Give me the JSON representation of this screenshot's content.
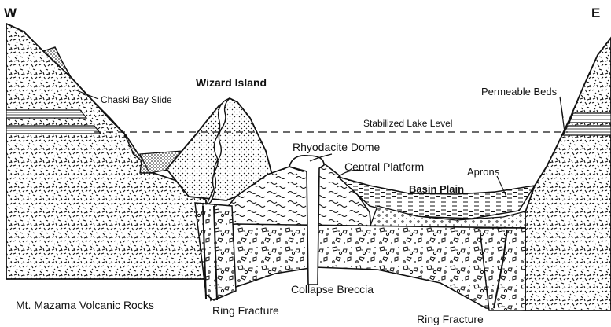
{
  "diagram": {
    "directions": {
      "west": "W",
      "east": "E"
    },
    "labels": {
      "chaski_bay_slide": "Chaski Bay Slide",
      "wizard_island": "Wizard Island",
      "permeable_beds": "Permeable Beds",
      "stabilized_lake_level": "Stabilized Lake Level",
      "rhyodacite_dome": "Rhyodacite Dome",
      "central_platform": "Central Platform",
      "aprons": "Aprons",
      "basin_plain": "Basin Plain",
      "collapse_breccia": "Collapse Breccia",
      "mt_mazama_volcanic_rocks": "Mt. Mazama Volcanic Rocks",
      "ring_fracture_west": "Ring Fracture",
      "ring_fracture_east": "Ring Fracture"
    }
  }
}
